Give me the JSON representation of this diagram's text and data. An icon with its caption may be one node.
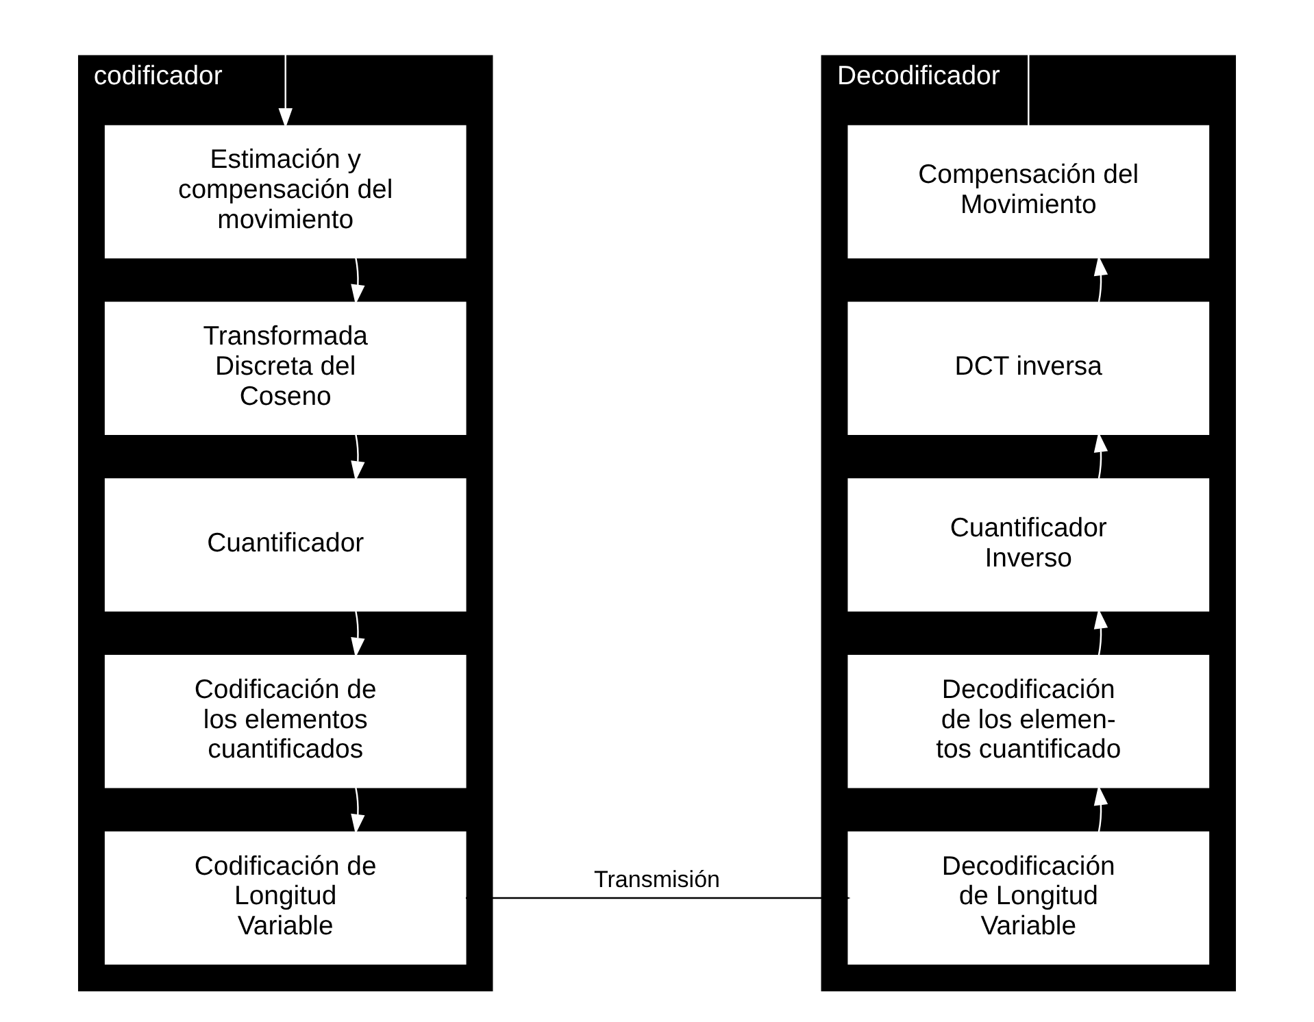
{
  "diagram": {
    "nodes": [
      {
        "text": [
          "codificador"
        ]
      },
      {
        "text": [
          "Estimación y compensación del movimiento"
        ],
        "in": 0
      },
      {
        "text": [
          "Transformada Discreta del Coseno"
        ],
        "in": 0
      },
      {
        "text": [
          "Cuantificador"
        ],
        "in": 0
      },
      {
        "text": [
          "Codificación de los elementos cuantificados"
        ],
        "in": 0
      },
      {
        "text": [
          "Codificación de Longitud Variable"
        ],
        "in": 0
      },
      {
        "text": [
          "Decodificador"
        ]
      },
      {
        "text": [
          "Compensación del Movimiento"
        ],
        "in": 6
      },
      {
        "text": [
          "DCT inversa"
        ],
        "in": 6
      },
      {
        "text": [
          "Cuantificador Inverso"
        ],
        "in": 6
      },
      {
        "text": [
          "Decodificación de los elemen- tos cuantificado"
        ],
        "in": 6
      },
      {
        "text": [
          "Decodificación de Longitud Variable"
        ],
        "in": 6
      }
    ],
    "edges": [
      {
        "from": null,
        "to": 1,
        "arrow": "to"
      },
      {
        "from": 1,
        "to": 2,
        "arrow": "to"
      },
      {
        "from": 2,
        "to": 3,
        "arrow": "to"
      },
      {
        "from": 3,
        "to": 4,
        "arrow": "to"
      },
      {
        "from": 4,
        "to": 5,
        "arrow": "to"
      },
      {
        "from": 5,
        "to": 11,
        "arrow": "to",
        "label": "Transmisión",
        "color": "#000000"
      },
      {
        "from": 11,
        "to": 10,
        "arrow": "to"
      },
      {
        "from": 10,
        "to": 9,
        "arrow": "to"
      },
      {
        "from": 9,
        "to": 8,
        "arrow": "to"
      },
      {
        "from": 8,
        "to": 7,
        "arrow": "to"
      },
      {
        "from": 7,
        "to": null,
        "arrow": "none"
      }
    ]
  }
}
